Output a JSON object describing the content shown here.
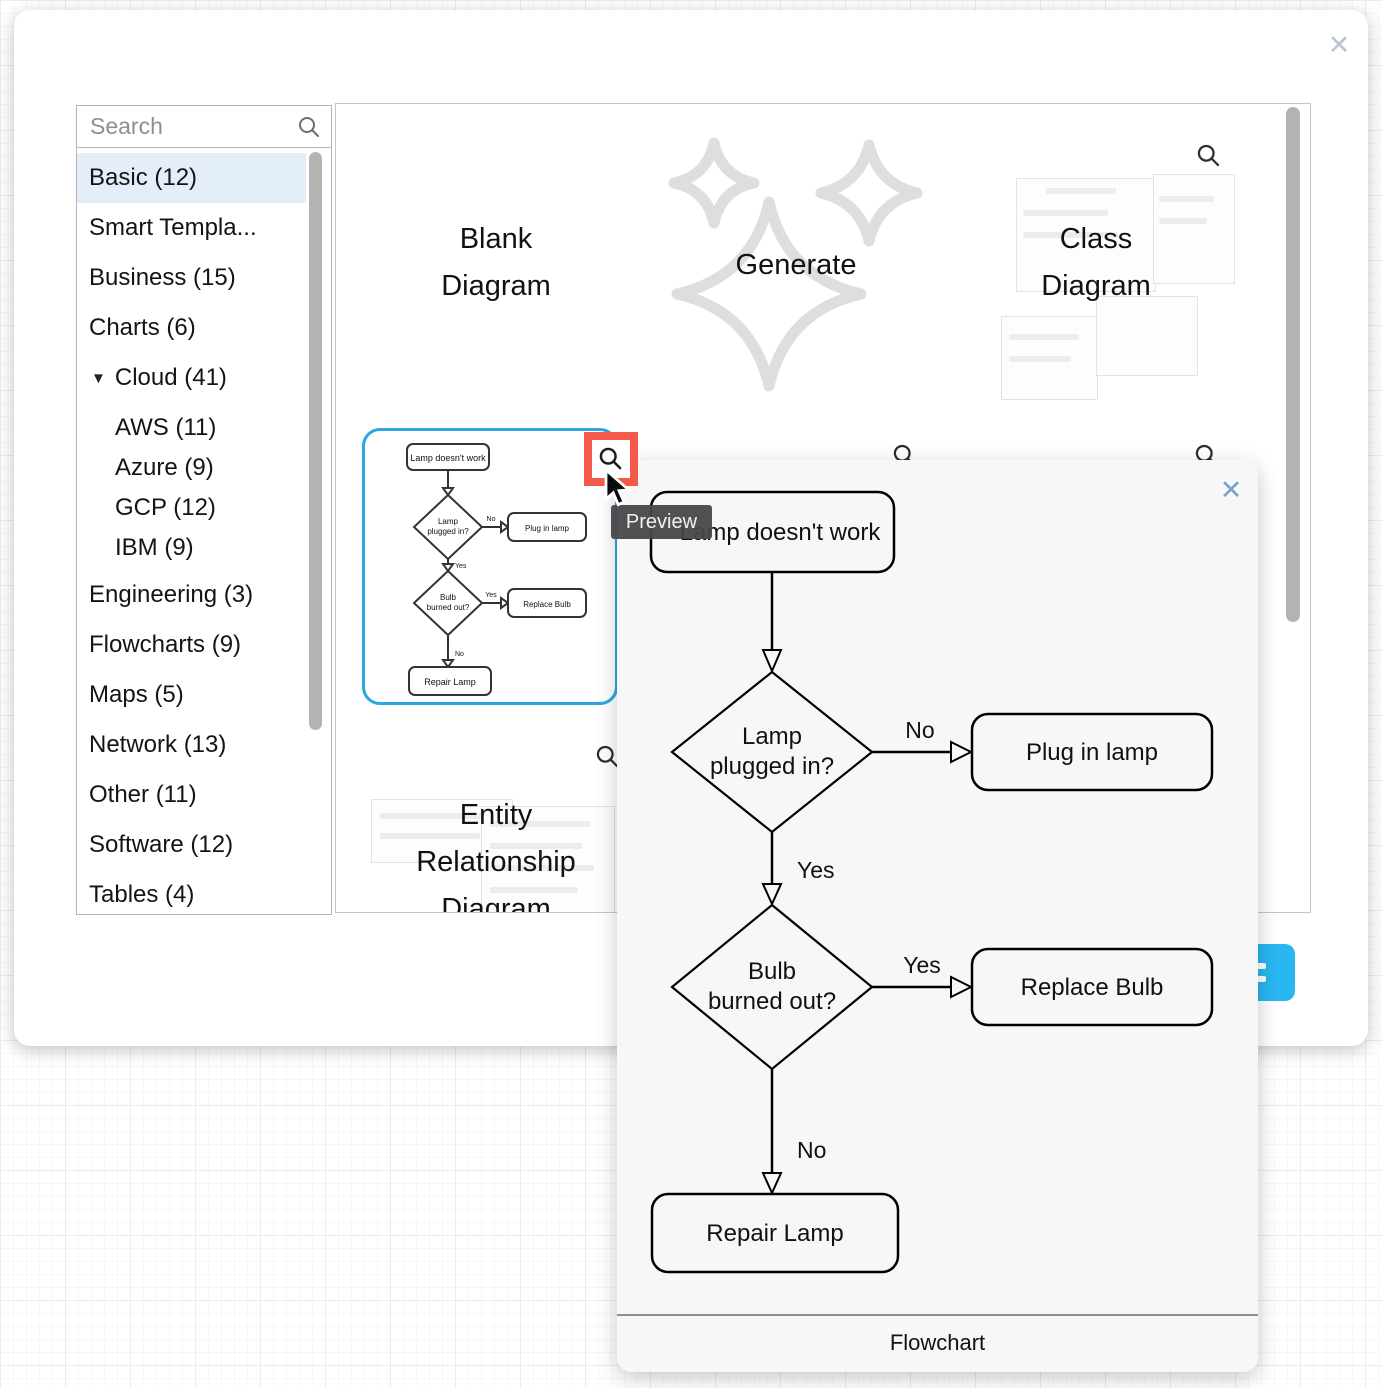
{
  "dialog": {
    "close_icon": "✕"
  },
  "search": {
    "placeholder": "Search"
  },
  "sidebar": {
    "cloud_expander_icon": "▼",
    "items": [
      {
        "label": "Basic (12)",
        "selected": true
      },
      {
        "label": "Smart Templa..."
      },
      {
        "label": "Business (15)"
      },
      {
        "label": "Charts (6)"
      },
      {
        "label": "Cloud (41)",
        "expanded": true
      },
      {
        "label": "AWS (11)"
      },
      {
        "label": "Azure (9)"
      },
      {
        "label": "GCP (12)"
      },
      {
        "label": "IBM (9)"
      },
      {
        "label": "Engineering (3)"
      },
      {
        "label": "Flowcharts (9)"
      },
      {
        "label": "Maps (5)"
      },
      {
        "label": "Network (13)"
      },
      {
        "label": "Other (11)"
      },
      {
        "label": "Software (12)"
      },
      {
        "label": "Tables (4)"
      }
    ]
  },
  "templates": {
    "blank": {
      "label": "Blank Diagram"
    },
    "generate": {
      "label": "Generate"
    },
    "class": {
      "label": "Class Diagram"
    },
    "entity": {
      "label": "Entity Relationship Diagram"
    }
  },
  "tooltip": {
    "text": "Preview"
  },
  "preview_popup": {
    "close_icon": "✕",
    "footer_label": "Flowchart",
    "flowchart": {
      "start": "Lamp doesn't work",
      "decision1_lines": [
        "Lamp",
        "plugged in?"
      ],
      "action_no1": "Plug in lamp",
      "decision2_lines": [
        "Bulb",
        "burned out?"
      ],
      "action_yes2": "Replace Bulb",
      "action_final": "Repair Lamp",
      "labels": {
        "no": "No",
        "yes": "Yes"
      }
    }
  },
  "colors": {
    "selection_border": "#2ba6e3",
    "primary_button": "#29b6f2",
    "highlight_red": "#f4594a",
    "tooltip_bg": "#48484b",
    "sidebar_selected_bg": "#e4eefa"
  }
}
